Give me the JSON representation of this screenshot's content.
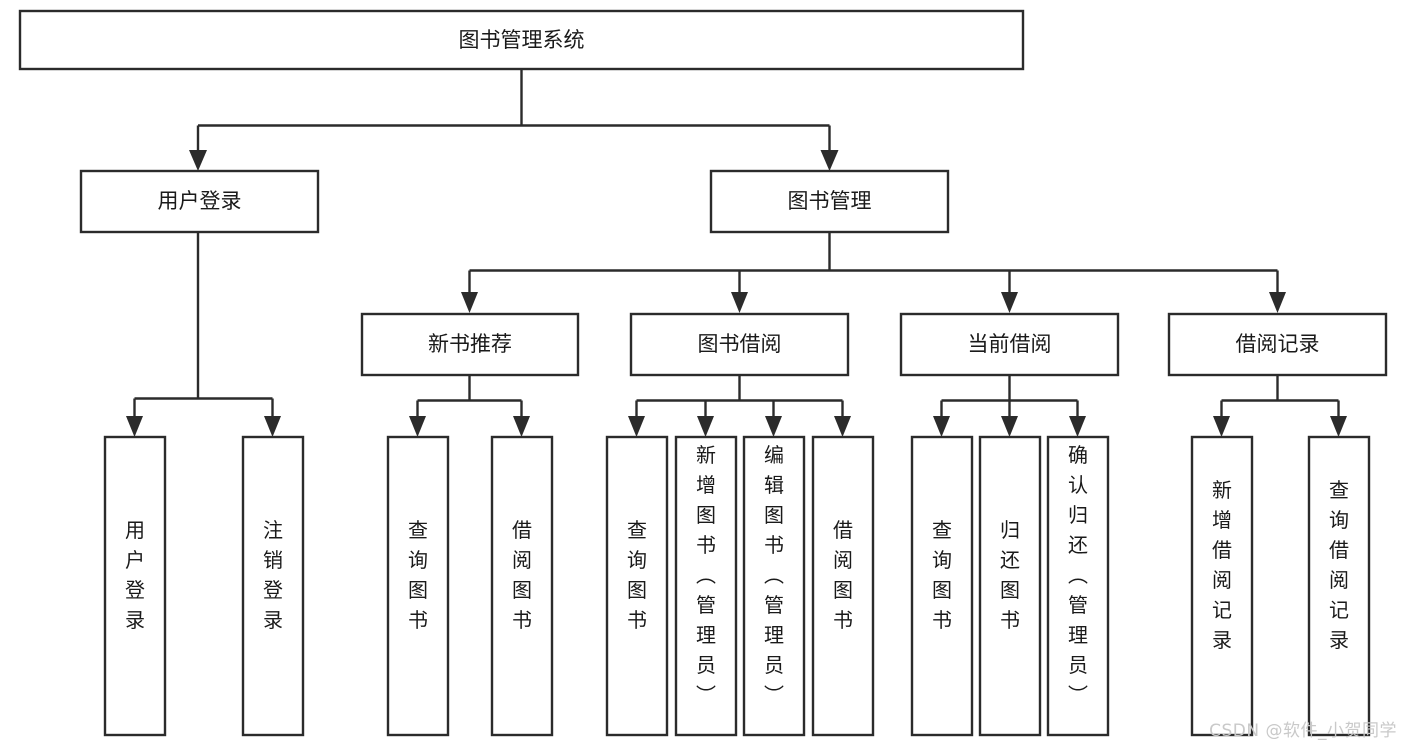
{
  "diagram": {
    "title": "图书管理系统",
    "type": "tree-hierarchy-chart",
    "root": {
      "label": "图书管理系统",
      "orientation": "horizontal"
    },
    "level2": [
      {
        "label": "用户登录",
        "orientation": "horizontal"
      },
      {
        "label": "图书管理",
        "orientation": "horizontal"
      }
    ],
    "level3": [
      {
        "label": "新书推荐",
        "orientation": "horizontal"
      },
      {
        "label": "图书借阅",
        "orientation": "horizontal"
      },
      {
        "label": "当前借阅",
        "orientation": "horizontal"
      },
      {
        "label": "借阅记录",
        "orientation": "horizontal"
      }
    ],
    "leaves": {
      "user_login": [
        {
          "label": "用户登录",
          "orientation": "vertical"
        },
        {
          "label": "注销登录",
          "orientation": "vertical"
        }
      ],
      "new_book_recommend": [
        {
          "label": "查询图书",
          "orientation": "vertical"
        },
        {
          "label": "借阅图书",
          "orientation": "vertical"
        }
      ],
      "book_borrow": [
        {
          "label": "查询图书",
          "orientation": "vertical"
        },
        {
          "label": "新增图书（管理员）",
          "orientation": "vertical"
        },
        {
          "label": "编辑图书（管理员）",
          "orientation": "vertical"
        },
        {
          "label": "借阅图书",
          "orientation": "vertical"
        }
      ],
      "current_borrow": [
        {
          "label": "查询图书",
          "orientation": "vertical"
        },
        {
          "label": "归还图书",
          "orientation": "vertical"
        },
        {
          "label": "确认归还（管理员）",
          "orientation": "vertical"
        }
      ],
      "borrow_record": [
        {
          "label": "新增借阅记录",
          "orientation": "vertical"
        },
        {
          "label": "查询借阅记录",
          "orientation": "vertical"
        }
      ]
    },
    "colors": {
      "box_stroke": "#2b2b2b",
      "box_fill": "#ffffff",
      "text": "#1a1a1a",
      "connector": "#2b2b2b",
      "background": "#ffffff",
      "watermark": "#c9c9c9"
    }
  },
  "watermark": {
    "text": "CSDN @软件_小贺同学"
  }
}
